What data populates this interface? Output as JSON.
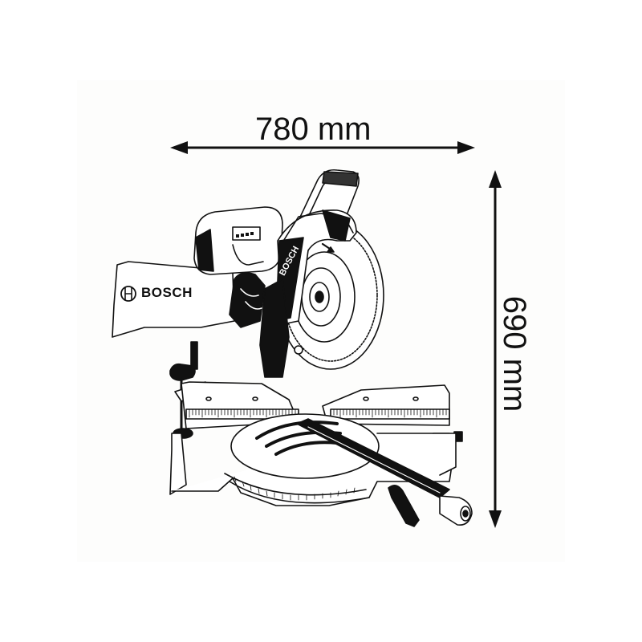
{
  "figure": {
    "type": "dimension drawing",
    "subject": "sliding compound miter saw",
    "line_color": "#111111",
    "background_color": "#ffffff",
    "panel_color": "#fdfdfc"
  },
  "dimensions": {
    "width": {
      "value": 780,
      "unit": "mm",
      "label": "780 mm",
      "orientation": "horizontal"
    },
    "height": {
      "value": 690,
      "unit": "mm",
      "label": "690 mm",
      "orientation": "vertical"
    }
  },
  "branding": {
    "dust_bag_text": "BOSCH",
    "blade_guard_text": "BOSCH",
    "logo_icon": "bosch-armature-logo"
  },
  "icons": [
    "arrow-left-icon",
    "arrow-right-icon",
    "arrow-up-icon",
    "arrow-down-icon",
    "bosch-logo-icon"
  ]
}
